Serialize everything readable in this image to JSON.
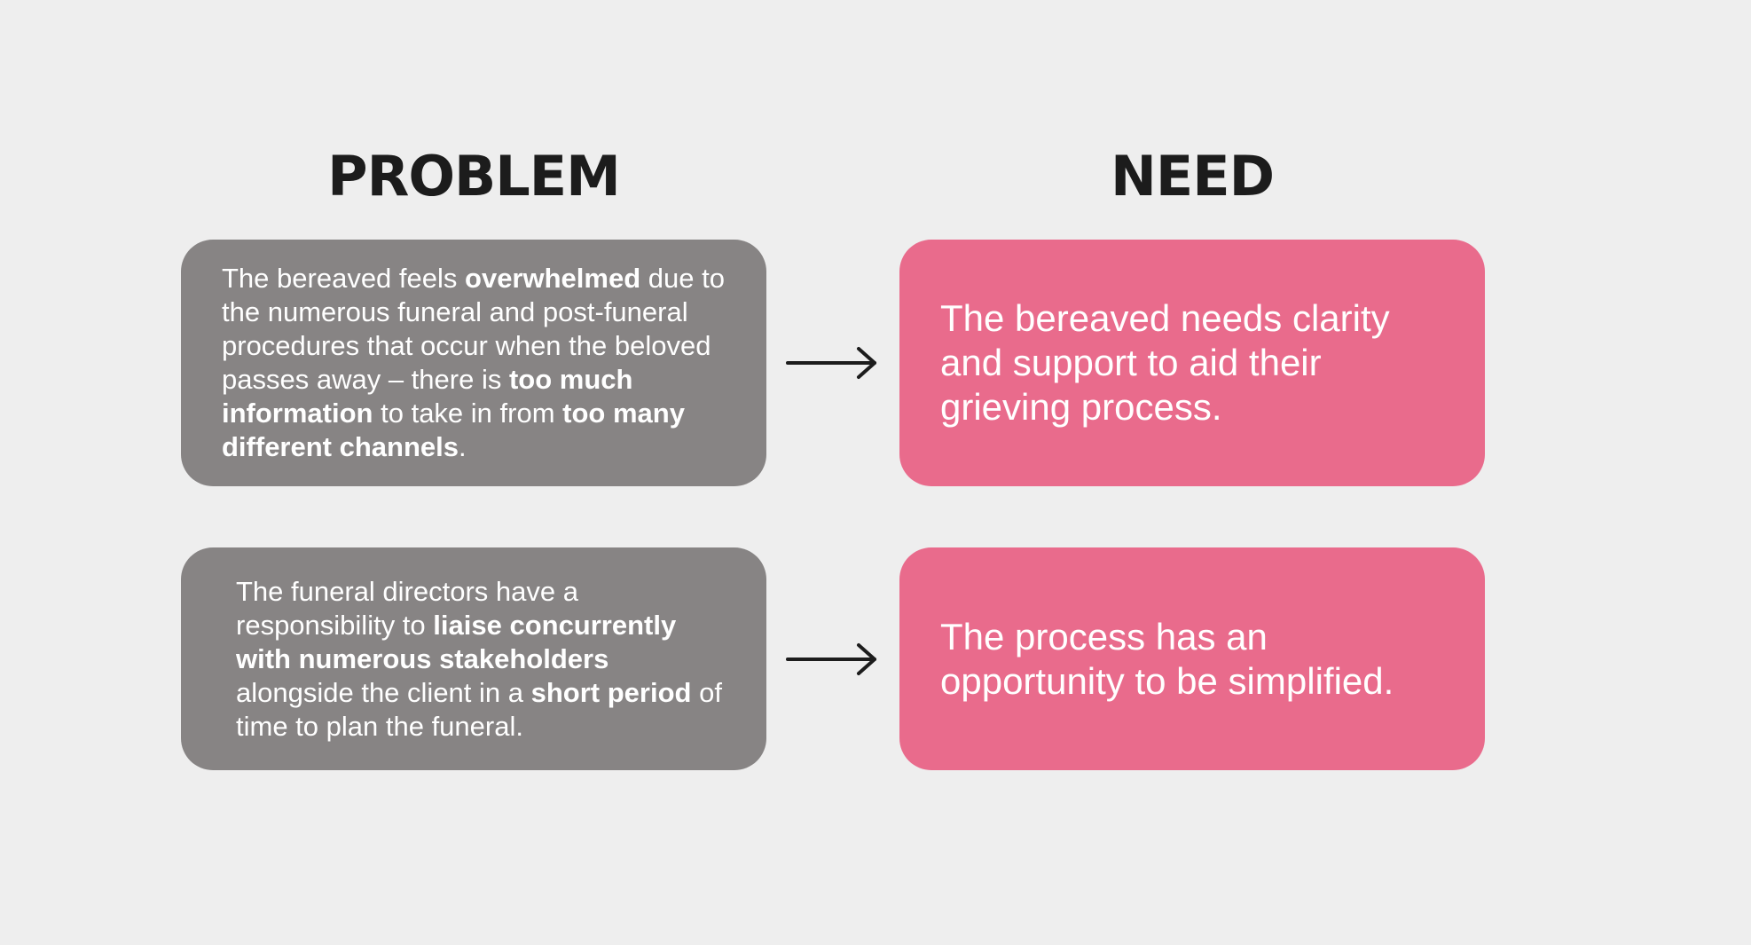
{
  "headings": {
    "problem": "PROBLEM",
    "need": "NEED"
  },
  "rows": [
    {
      "problem": [
        {
          "text": "The bereaved feels ",
          "bold": false
        },
        {
          "text": "overwhelmed",
          "bold": true
        },
        {
          "text": " due to the numerous funeral and post-funeral procedures that occur when the beloved passes away – there is ",
          "bold": false
        },
        {
          "text": "too much information",
          "bold": true
        },
        {
          "text": " to take in from ",
          "bold": false
        },
        {
          "text": "too many different channels",
          "bold": true
        },
        {
          "text": ".",
          "bold": false
        }
      ],
      "need": "The bereaved needs clarity and support to aid their grieving process."
    },
    {
      "problem": [
        {
          "text": "The funeral directors have a responsibility to ",
          "bold": false
        },
        {
          "text": "liaise concurrently with numerous stakeholders",
          "bold": true
        },
        {
          "text": " alongside the client in a ",
          "bold": false
        },
        {
          "text": "short period",
          "bold": true
        },
        {
          "text": " of time to plan the funeral.",
          "bold": false
        }
      ],
      "need": "The process has an opportunity to be simplified."
    }
  ],
  "colors": {
    "background": "#eeeeee",
    "heading": "#1c1c1c",
    "problem_box": "#878484",
    "need_box": "#e96b8c",
    "arrow": "#1c1c1c",
    "box_text": "#ffffff"
  },
  "icons": {
    "connector": "right-arrow-icon"
  }
}
